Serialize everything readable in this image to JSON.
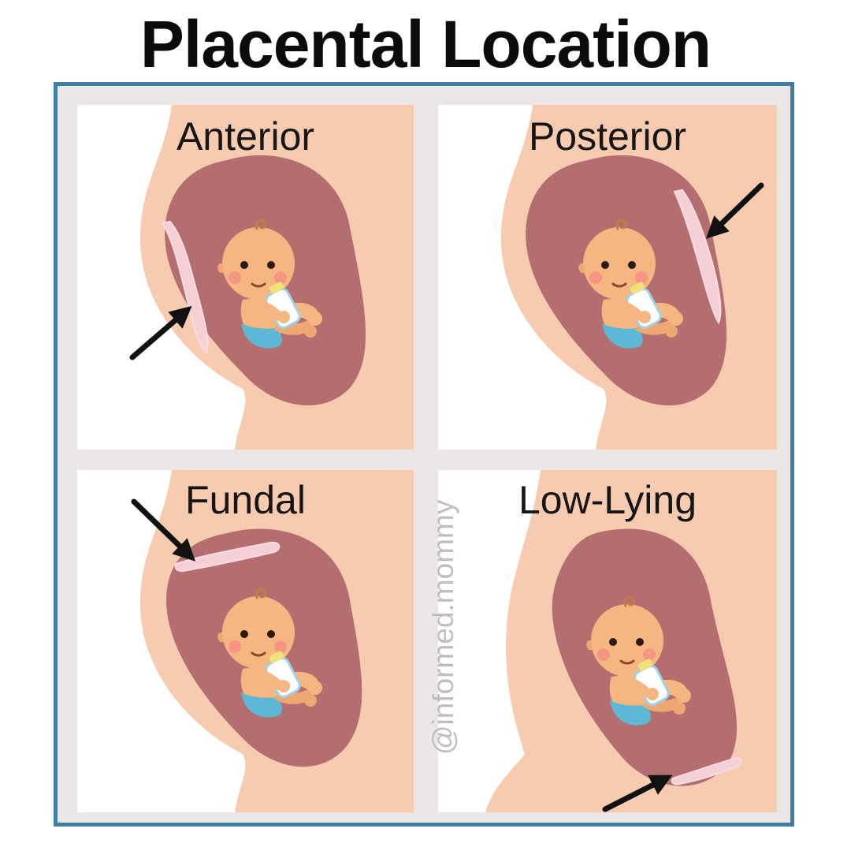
{
  "title": "Placental Location",
  "panels": [
    {
      "id": "anterior",
      "label": "Anterior"
    },
    {
      "id": "posterior",
      "label": "Posterior"
    },
    {
      "id": "fundal",
      "label": "Fundal"
    },
    {
      "id": "low-lying",
      "label": "Low-Lying"
    }
  ],
  "watermark": "@informed.mommy",
  "colors": {
    "frame_border": "#3f7ea3",
    "frame_background": "#ece7e6",
    "skin": "#f7cbb0",
    "uterus": "#b46e70",
    "placenta": "#f5cfd6",
    "baby_skin": "#f6b682",
    "diaper": "#5cb8d5",
    "arrow": "#111111"
  }
}
